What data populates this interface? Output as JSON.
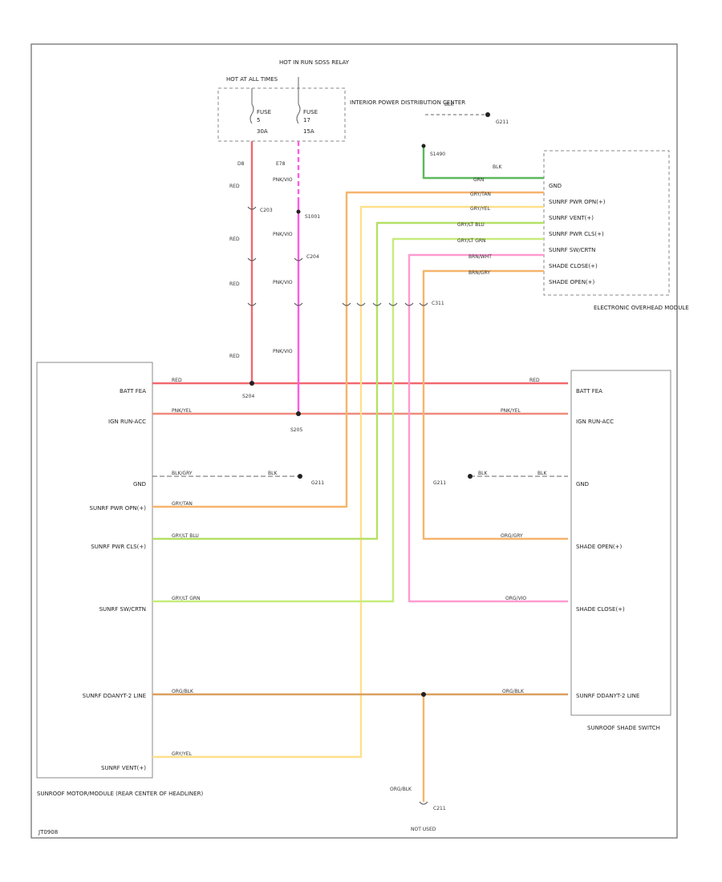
{
  "colors": {
    "red": "#f0686e",
    "pink": "#ff5ce1",
    "orange": "#f5b46c",
    "yellow": "#ffe08a",
    "green": "#5cb85c",
    "lightgreen": "#b5e065",
    "lightgreen2": "#c7ec7a",
    "brown": "#d9a060",
    "salmon": "#f08a7a",
    "line": "#888888"
  },
  "fuse_block": {
    "hot_at_all_times": "HOT AT ALL TIMES",
    "hot_in_run": "HOT IN RUN SDSS RELAY",
    "fuse1": "FUSE",
    "fuse1_num": "5",
    "fuse1_amp": "30A",
    "fuse2": "FUSE",
    "fuse2_num": "17",
    "fuse2_amp": "15A",
    "name": "INTERIOR POWER DISTRIBUTION CENTER",
    "pin1": "D8",
    "pin2": "E78"
  },
  "wires": {
    "red": "RED",
    "pnk_vio": "PNK/VIO",
    "c203": "C203",
    "c204": "C204",
    "c311": "C311",
    "s1001": "S1001",
    "s1490": "S1490",
    "s204": "S204",
    "s205": "S205",
    "g211": "G211",
    "blk": "BLK",
    "blk_gry": "BLK/GRY",
    "grn": "GRN",
    "gry_tan": "GRY/TAN",
    "gry_yel": "GRY/YEL",
    "gry_lt_blu": "GRY/LT BLU",
    "gry_lt_grn": "GRY/LT GRN",
    "brn_wht": "BRN/WHT",
    "brn_gry": "BRN/GRY",
    "pnk_yel": "PNK/YEL",
    "org_gry": "ORG/GRY",
    "org_vio": "ORG/VIO",
    "org_blk": "ORG/BLK"
  },
  "overhead_module": {
    "name": "ELECTRONIC OVERHEAD MODULE",
    "pins": [
      "GND",
      "SUNRF PWR OPN(+)",
      "SUNRF VENT(+)",
      "SUNRF PWR CLS(+)",
      "SUNRF SW/CRTN",
      "SHADE CLOSE(+)",
      "SHADE OPEN(+)"
    ]
  },
  "motor_module": {
    "name": "SUNROOF MOTOR/MODULE (REAR CENTER OF HEADLINER)",
    "pins": [
      "BATT FEA",
      "IGN RUN-ACC",
      "GND",
      "SUNRF PWR OPN(+)",
      "SUNRF PWR CLS(+)",
      "SUNRF SW/CRTN",
      "SUNRF DDANYT-2 LINE",
      "SUNRF VENT(+)"
    ]
  },
  "shade_switch": {
    "name": "SUNROOF SHADE SWITCH",
    "pins": [
      "BATT FEA",
      "IGN RUN-ACC",
      "GND",
      "SHADE OPEN(+)",
      "SHADE CLOSE(+)",
      "SUNRF DDANYT-2 LINE"
    ]
  },
  "bottom": {
    "wire": "ORG/BLK",
    "connector": "C211",
    "label": "NOT USED"
  },
  "corner_id": "JT0908"
}
